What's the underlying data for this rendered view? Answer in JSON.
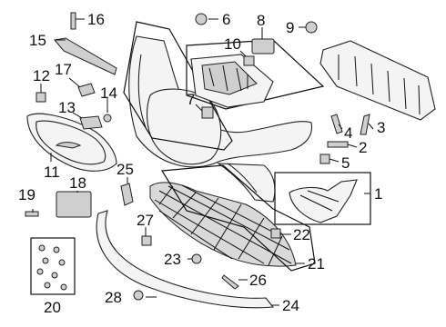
{
  "callouts": {
    "c1": "1",
    "c2": "2",
    "c3": "3",
    "c4": "4",
    "c5": "5",
    "c6": "6",
    "c7": "7",
    "c8": "8",
    "c9": "9",
    "c10": "10",
    "c11": "11",
    "c12": "12",
    "c13": "13",
    "c14": "14",
    "c15": "15",
    "c16": "16",
    "c17": "17",
    "c18": "18",
    "c19": "19",
    "c20": "20",
    "c21": "21",
    "c22": "22",
    "c23": "23",
    "c24": "24",
    "c25": "25",
    "c26": "26",
    "c27": "27",
    "c28": "28"
  }
}
